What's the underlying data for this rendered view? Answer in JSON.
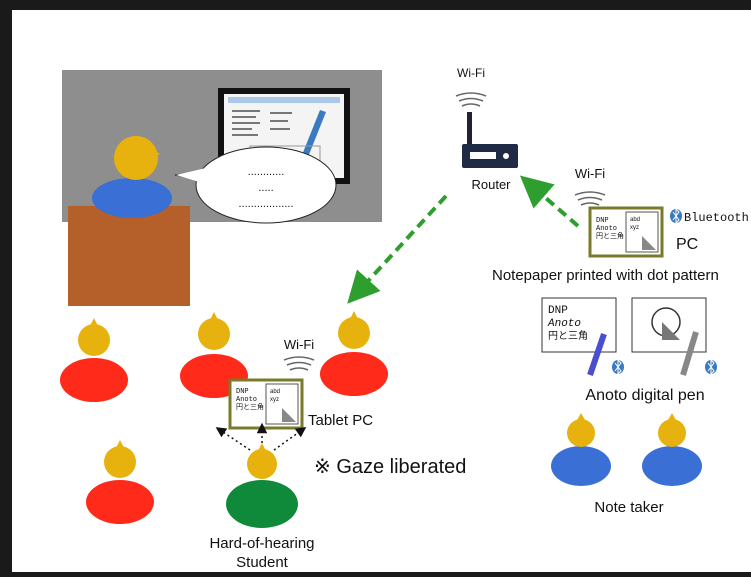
{
  "router": {
    "wifi_label": "Wi-Fi",
    "label": "Router"
  },
  "notetaker_pc": {
    "wifi_label": "Wi-Fi",
    "bluetooth_label": "Bluetooth",
    "pc_label": "PC",
    "notepaper_label": "Notepaper printed with dot pattern"
  },
  "notepaper_text": {
    "line1": "DNP",
    "line2": "Anoto",
    "line3": "円と三角",
    "box_line1": "abd",
    "box_line2": "xyz"
  },
  "pen": {
    "label": "Anoto digital pen"
  },
  "note_taker": {
    "label": "Note taker"
  },
  "tablet": {
    "wifi_label": "Wi-Fi",
    "label": "Tablet PC"
  },
  "gaze": {
    "label": "※ Gaze liberated"
  },
  "student": {
    "label_line1": "Hard-of-hearing",
    "label_line2": "Student"
  },
  "speech": {
    "line1": "............",
    "line2": ".....",
    "line3": ".................."
  },
  "colors": {
    "background": "#ffffff",
    "frame": "#1a1a1a",
    "arrow": "#2e9e2e",
    "red_person": "#ff2a1a",
    "blue_person": "#3a6fd6",
    "green_person": "#0f8a3a",
    "head": "#e8b20e",
    "desk": "#b5602a",
    "paper_border": "#7a7a2a"
  }
}
